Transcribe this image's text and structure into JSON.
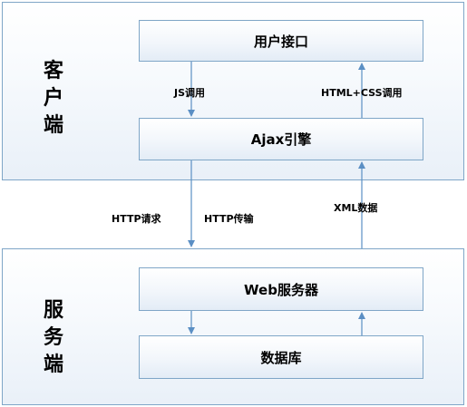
{
  "client": {
    "label": "客户端"
  },
  "server": {
    "label": "服务端"
  },
  "nodes": {
    "ui": "用户接口",
    "ajax": "Ajax引擎",
    "web": "Web服务器",
    "db": "数据库"
  },
  "edges": {
    "js_call": "JS调用",
    "html_css_call": "HTML+CSS调用",
    "http_request": "HTTP请求",
    "http_transfer": "HTTP传输",
    "xml_data": "XML数据"
  },
  "colors": {
    "border": "#7fa6c7",
    "arrow": "#5b8fc4"
  }
}
